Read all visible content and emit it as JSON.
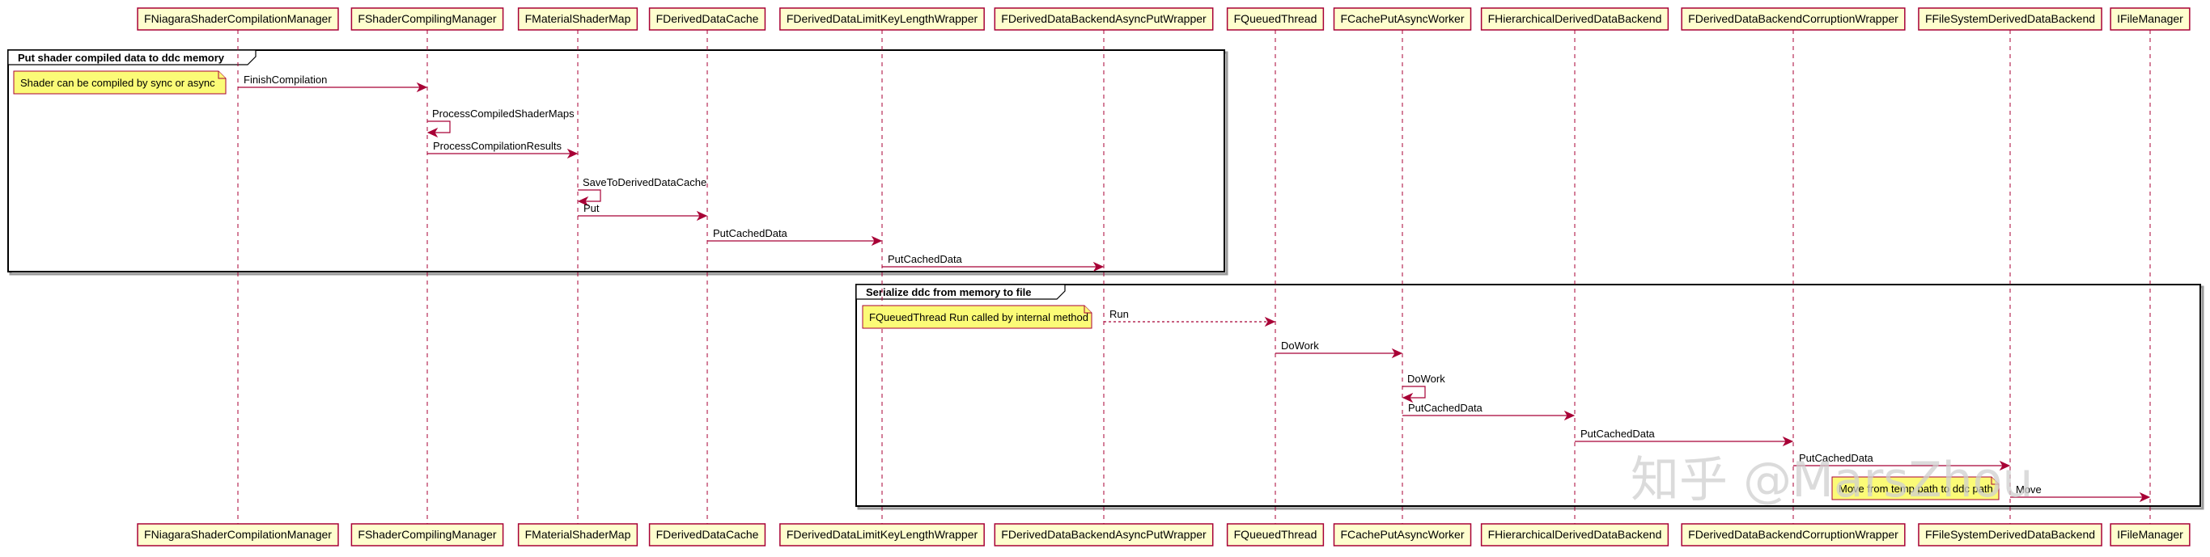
{
  "participants": [
    "FNiagaraShaderCompilationManager",
    "FShaderCompilingManager",
    "FMaterialShaderMap",
    "FDerivedDataCache",
    "FDerivedDataLimitKeyLengthWrapper",
    "FDerivedDataBackendAsyncPutWrapper",
    "FQueuedThread",
    "FCachePutAsyncWorker",
    "FHierarchicalDerivedDataBackend",
    "FDerivedDataBackendCorruptionWrapper",
    "FFileSystemDerivedDataBackend",
    "IFileManager"
  ],
  "groups": [
    {
      "title": "Put shader compiled data to ddc memory"
    },
    {
      "title": "Serialize ddc from memory to file"
    }
  ],
  "messages": [
    {
      "from": 0,
      "to": 1,
      "label": "FinishCompilation"
    },
    {
      "from": 1,
      "to": 1,
      "label": "ProcessCompiledShaderMaps"
    },
    {
      "from": 1,
      "to": 2,
      "label": "ProcessCompilationResults"
    },
    {
      "from": 2,
      "to": 2,
      "label": "SaveToDerivedDataCache"
    },
    {
      "from": 2,
      "to": 3,
      "label": "Put"
    },
    {
      "from": 3,
      "to": 4,
      "label": "PutCachedData"
    },
    {
      "from": 4,
      "to": 5,
      "label": "PutCachedData"
    },
    {
      "from": 5,
      "to": 6,
      "label": "Run",
      "dashed": true
    },
    {
      "from": 6,
      "to": 7,
      "label": "DoWork"
    },
    {
      "from": 7,
      "to": 7,
      "label": "DoWork"
    },
    {
      "from": 7,
      "to": 8,
      "label": "PutCachedData"
    },
    {
      "from": 8,
      "to": 9,
      "label": "PutCachedData"
    },
    {
      "from": 9,
      "to": 10,
      "label": "PutCachedData"
    },
    {
      "from": 10,
      "to": 11,
      "label": "Move"
    }
  ],
  "notes": [
    {
      "text": "Shader can be compiled by sync or async"
    },
    {
      "text": "FQueuedThread Run called by internal method"
    },
    {
      "text": "Move from temp path to ddc path"
    }
  ],
  "watermark": "知乎 @MarsZhou",
  "colors": {
    "participant_fill": "#FEFECE",
    "border": "#A80036",
    "note_fill": "#FBFB77"
  }
}
